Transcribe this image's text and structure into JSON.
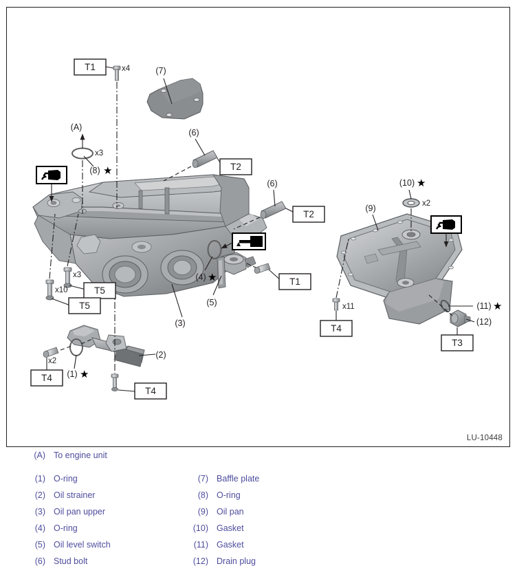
{
  "diagram": {
    "id_label": "LU-10448",
    "torque_boxes": [
      {
        "name": "t1-top",
        "label": "T1"
      },
      {
        "name": "t2-upper",
        "label": "T2"
      },
      {
        "name": "t2-lower",
        "label": "T2"
      },
      {
        "name": "t5-upper",
        "label": "T5"
      },
      {
        "name": "t5-lower",
        "label": "T5"
      },
      {
        "name": "t1-switch",
        "label": "T1"
      },
      {
        "name": "t4-strainer-left",
        "label": "T4"
      },
      {
        "name": "t4-strainer-bottom",
        "label": "T4"
      },
      {
        "name": "t4-oilpan",
        "label": "T4"
      },
      {
        "name": "t3-drainplug",
        "label": "T3"
      }
    ],
    "quantities": {
      "baffle_bolts": "x4",
      "oring_8": "x3",
      "bolt_t5_upper": "x3",
      "bolt_t5_lower": "x10",
      "strainer_bolt": "x2",
      "gasket_10": "x2",
      "oilpan_bolts": "x11"
    },
    "callouts": {
      "a": "(A)",
      "n1": "(1)",
      "n2": "(2)",
      "n3": "(3)",
      "n4": "(4)",
      "n5": "(5)",
      "n6_upper": "(6)",
      "n6_lower": "(6)",
      "n7": "(7)",
      "n8": "(8)",
      "n9": "(9)",
      "n10": "(10)",
      "n11": "(11)",
      "n12": "(12)"
    },
    "star_glyph": "★",
    "icons": [
      {
        "name": "sealant-applicator-icon-left",
        "type": "sealant-applicator"
      },
      {
        "name": "grease-applicator-icon-center",
        "type": "grease-applicator"
      },
      {
        "name": "sealant-applicator-icon-right",
        "type": "sealant-applicator"
      }
    ],
    "colors": {
      "line": "#231f20",
      "legend_text": "#4d4d9e",
      "part_fill_light": "#c9cbcd",
      "part_fill_mid": "#a6a9ac",
      "part_fill_dark": "#7e8184"
    }
  },
  "legend": {
    "left": [
      {
        "key": "(A)",
        "value": "To engine unit"
      },
      {
        "key": "(1)",
        "value": "O-ring"
      },
      {
        "key": "(2)",
        "value": "Oil strainer"
      },
      {
        "key": "(3)",
        "value": "Oil pan upper"
      },
      {
        "key": "(4)",
        "value": "O-ring"
      },
      {
        "key": "(5)",
        "value": "Oil level switch"
      },
      {
        "key": "(6)",
        "value": "Stud bolt"
      }
    ],
    "right": [
      {
        "key": "(7)",
        "value": "Baffle plate"
      },
      {
        "key": "(8)",
        "value": "O-ring"
      },
      {
        "key": "(9)",
        "value": "Oil pan"
      },
      {
        "key": "(10)",
        "value": "Gasket"
      },
      {
        "key": "(11)",
        "value": "Gasket"
      },
      {
        "key": "(12)",
        "value": "Drain plug"
      }
    ]
  }
}
